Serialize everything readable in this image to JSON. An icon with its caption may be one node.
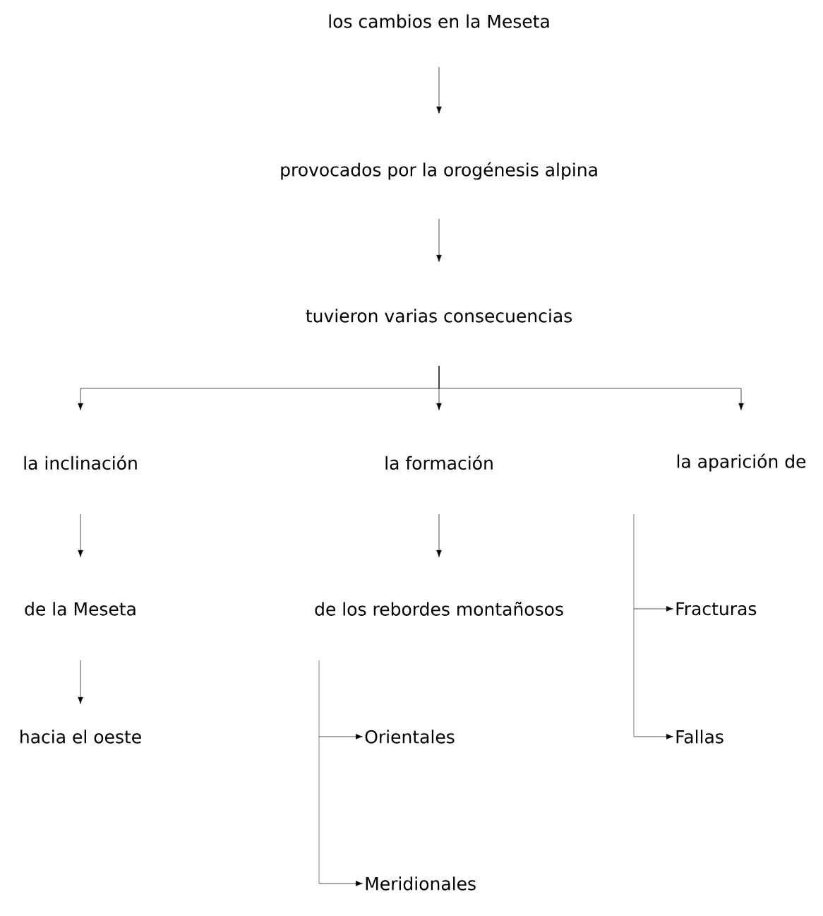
{
  "diagram": {
    "nodes": [
      {
        "text": [
          "los cambios en la Meseta"
        ]
      },
      {
        "text": [
          "provocados por la orogénesis alpina"
        ]
      },
      {
        "text": [
          "tuvieron varias consecuencias"
        ]
      },
      {
        "text": [
          "la inclinación"
        ]
      },
      {
        "text": [
          "la formación"
        ]
      },
      {
        "text": [
          "la aparición de"
        ]
      },
      {
        "text": [
          "de la Meseta"
        ]
      },
      {
        "text": [
          "de los rebordes montañosos"
        ]
      },
      {
        "text": [
          "Fracturas"
        ]
      },
      {
        "text": [
          "hacia el oeste"
        ]
      },
      {
        "text": [
          "Orientales"
        ]
      },
      {
        "text": [
          "Fallas"
        ]
      },
      {
        "text": [
          "Meridionales"
        ]
      },
      {
        "text": [],
        "shape": "bar"
      },
      {
        "text": [],
        "shape": "bar"
      }
    ],
    "edges": [
      {
        "from": 0,
        "to": 1,
        "arrow": "to"
      },
      {
        "from": 1,
        "to": 2,
        "arrow": "to"
      },
      {
        "from": 2,
        "to": 3,
        "arrow": "to"
      },
      {
        "from": 2,
        "to": 4,
        "arrow": "to"
      },
      {
        "from": 2,
        "to": 5,
        "arrow": "to"
      },
      {
        "from": 3,
        "to": 6,
        "arrow": "to"
      },
      {
        "from": 4,
        "to": 7,
        "arrow": "to"
      },
      {
        "from": 14,
        "to": 8,
        "arrow": "to"
      },
      {
        "from": 14,
        "to": 11,
        "arrow": "to"
      },
      {
        "from": 6,
        "to": 9,
        "arrow": "to"
      },
      {
        "from": 13,
        "to": 10,
        "arrow": "to"
      },
      {
        "from": 13,
        "to": 12,
        "arrow": "to"
      }
    ]
  }
}
